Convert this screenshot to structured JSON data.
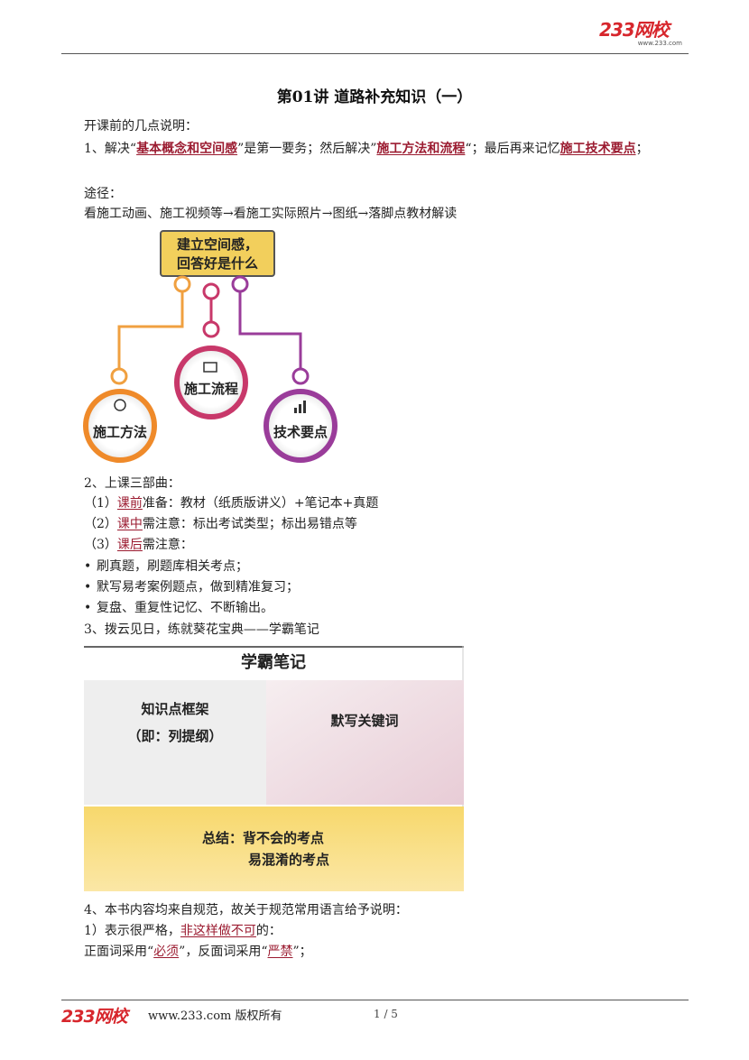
{
  "header": {
    "brand": "233网校",
    "site": "www.233.com"
  },
  "title": "第01讲 道路补充知识（一）",
  "intro_heading": "开课前的几点说明：",
  "point1": {
    "a": "1、解决“",
    "b": "基本概念和空间感",
    "c": "”是第一要务；然后解决”",
    "d": "施工方法和流程",
    "e": "“；最后再来记忆",
    "f": "施工技术要点",
    "g": "；"
  },
  "path_label": "途径：",
  "path_text": "看施工动画、施工视频等→看施工实际照片→图纸→落脚点教材解读",
  "diagram": {
    "top_box_line1": "建立空间感，",
    "top_box_line2": "回答好是什么",
    "circle_left": "施工方法",
    "circle_mid": "施工流程",
    "circle_right": "技术要点",
    "colors": {
      "orange": "#f0a040",
      "pink": "#c8386a",
      "purple": "#9a3c9a",
      "box": "#f2cf5c"
    }
  },
  "point2": {
    "heading": "2、上课三部曲：",
    "item1_prefix": "（1）",
    "item1_hl": "课前",
    "item1_rest": "准备：教材（纸质版讲义）+笔记本+真题",
    "item2_prefix": "（2）",
    "item2_hl": "课中",
    "item2_rest": "需注意：标出考试类型；标出易错点等",
    "item3_prefix": "（3）",
    "item3_hl": "课后",
    "item3_rest": "需注意：",
    "bullets": [
      "刷真题，刷题库相关考点；",
      "默写易考案例题点，做到精准复习；",
      "复盘、重复性记忆、不断输出。"
    ]
  },
  "point3": "3、拨云见日，练就葵花宝典——学霸笔记",
  "notes_image": {
    "title": "学霸笔记",
    "left_line1": "知识点框架",
    "left_line2": "（即：列提纲）",
    "right": "默写关键词",
    "bottom_line1": "总结：背不会的考点",
    "bottom_line2": "易混淆的考点"
  },
  "point4": "4、本书内容均来自规范，故关于规范常用语言给予说明：",
  "point4_1": {
    "a": "1）表示很严格，",
    "b": "非这样做不可",
    "c": "的："
  },
  "point4_2": {
    "a": "正面词采用“",
    "b": "必须",
    "c": "”，反面词采用“",
    "d": "严禁",
    "e": "”；"
  },
  "footer": {
    "brand": "233网校",
    "site": "www.233.com 版权所有",
    "page": "1 / 5"
  }
}
